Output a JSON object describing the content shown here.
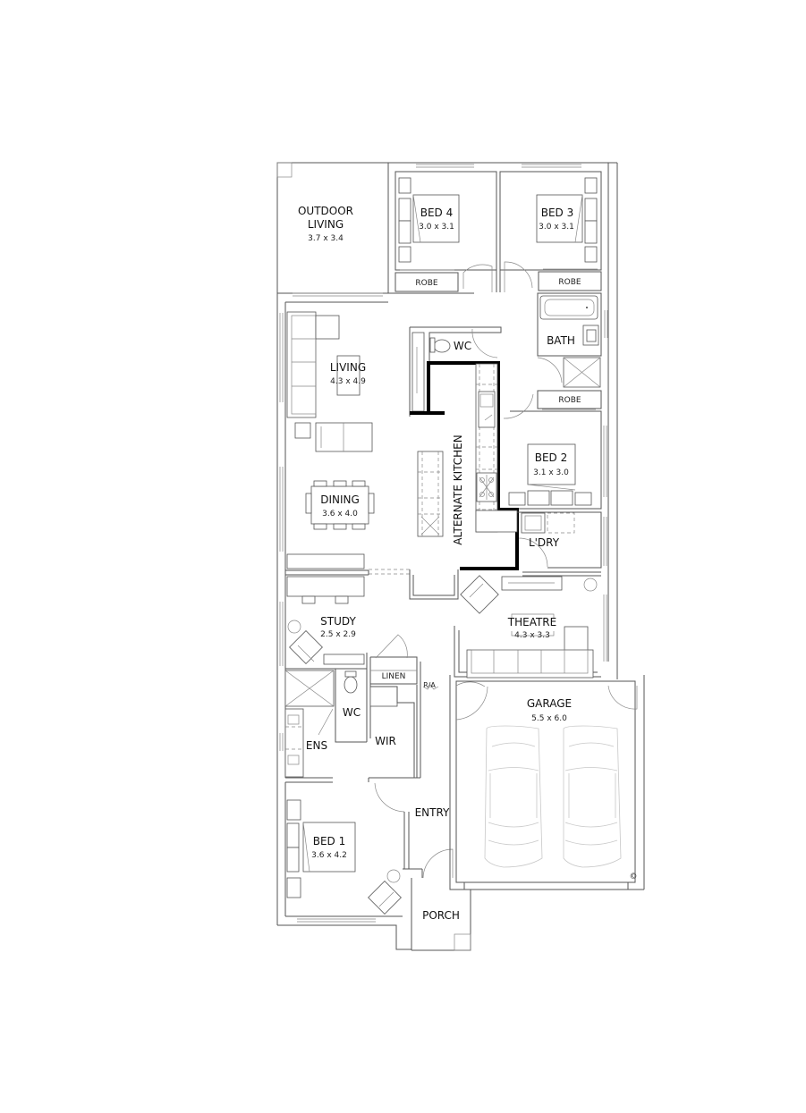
{
  "plan": {
    "rooms": {
      "outdoor_living": {
        "name_line1": "OUTDOOR",
        "name_line2": "LIVING",
        "size": "3.7 x 3.4"
      },
      "bed4": {
        "name": "BED 4",
        "size": "3.0 x 3.1"
      },
      "bed3": {
        "name": "BED 3",
        "size": "3.0 x 3.1"
      },
      "robe_bed4": {
        "name": "ROBE"
      },
      "robe_bed3": {
        "name": "ROBE"
      },
      "bath": {
        "name": "BATH"
      },
      "wc_upper": {
        "name": "WC"
      },
      "robe_bed2": {
        "name": "ROBE"
      },
      "living": {
        "name": "LIVING",
        "size": "4.3 x 4.9"
      },
      "kitchen": {
        "name": "ALTERNATE KITCHEN"
      },
      "bed2": {
        "name": "BED 2",
        "size": "3.1 x 3.0"
      },
      "dining": {
        "name": "DINING",
        "size": "3.6 x 4.0"
      },
      "laundry": {
        "name": "L'DRY"
      },
      "study": {
        "name": "STUDY",
        "size": "2.5 x 2.9"
      },
      "theatre": {
        "name": "THEATRE",
        "size": "4.3 x 3.3"
      },
      "linen": {
        "name": "LINEN"
      },
      "wc_lower": {
        "name": "WC"
      },
      "ensuite": {
        "name": "ENS"
      },
      "wir": {
        "name": "WIR"
      },
      "garage": {
        "name": "GARAGE",
        "size": "5.5 x 6.0"
      },
      "entry": {
        "name": "ENTRY"
      },
      "bed1": {
        "name": "BED 1",
        "size": "3.6 x 4.2"
      },
      "porch": {
        "name": "PORCH"
      }
    },
    "annotations": {
      "return_air": "R/A",
      "copyright": "©"
    },
    "colors": {
      "wall": "#555555",
      "alternate_wall": "#000000",
      "garage_cars": "#c8c8c8"
    }
  }
}
